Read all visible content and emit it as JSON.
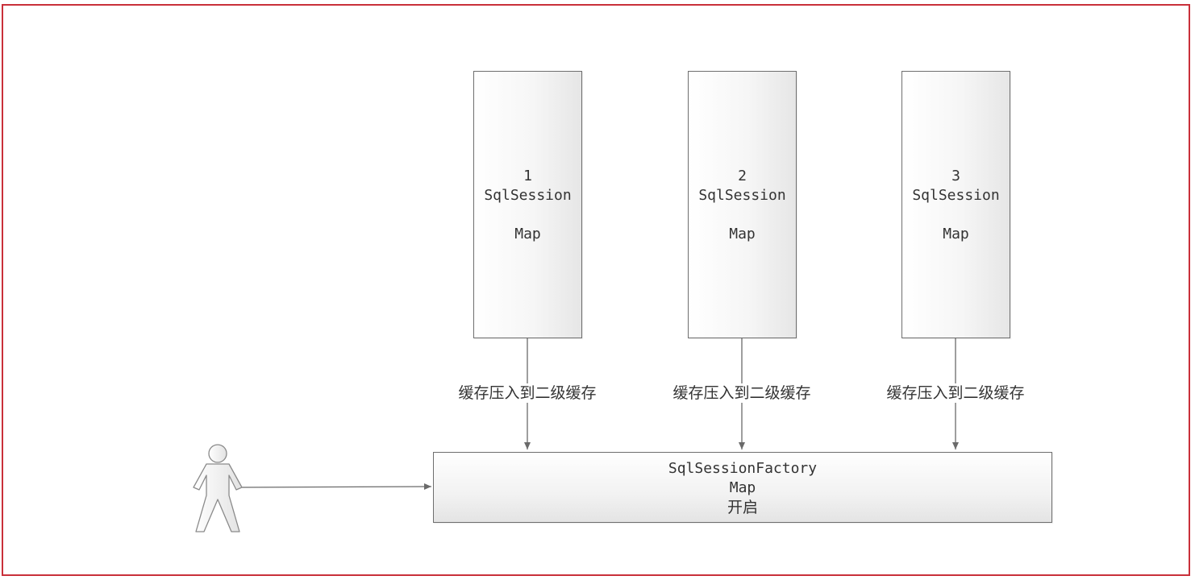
{
  "sessions": [
    {
      "number": "1",
      "name": "SqlSession",
      "store": "Map",
      "edge_label": "缓存压入到二级缓存"
    },
    {
      "number": "2",
      "name": "SqlSession",
      "store": "Map",
      "edge_label": "缓存压入到二级缓存"
    },
    {
      "number": "3",
      "name": "SqlSession",
      "store": "Map",
      "edge_label": "缓存压入到二级缓存"
    }
  ],
  "factory": {
    "name": "SqlSessionFactory",
    "store": "Map",
    "status": "开启"
  },
  "actor": {
    "icon": "person-icon"
  },
  "colors": {
    "frame_border": "#c9303a",
    "box_border": "#6e6e6e",
    "connector": "#6a6a6a",
    "text": "#333333"
  }
}
